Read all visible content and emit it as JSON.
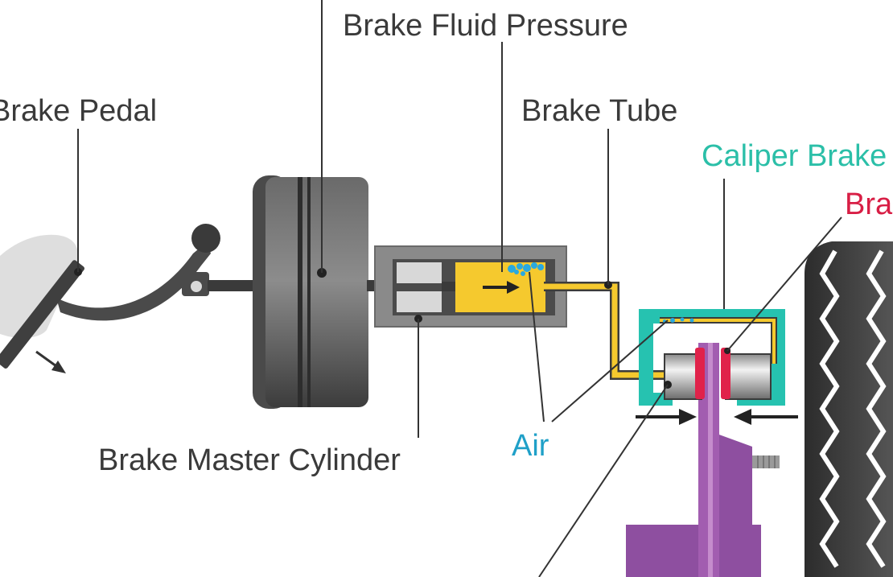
{
  "labels": {
    "brake_fluid_pressure": "Brake Fluid Pressure",
    "brake_pedal": "Brake Pedal",
    "brake_tube": "Brake Tube",
    "caliper_brake": "Caliper Brake",
    "brake_pad": "Bra",
    "air": "Air",
    "brake_master_cylinder": "Brake Master Cylinder"
  },
  "colors": {
    "label_text": "#3a3a3a",
    "caliper_label": "#2bbfa8",
    "pad_label": "#d81e45",
    "air_label": "#1fa0c8",
    "brake_fluid": "#f5c92e",
    "caliper_body": "#26c2b0",
    "brake_pad": "#e0224a",
    "disc_rotor": "#9a55a8",
    "booster": "#555555",
    "air_bubbles": "#29a9e0"
  }
}
